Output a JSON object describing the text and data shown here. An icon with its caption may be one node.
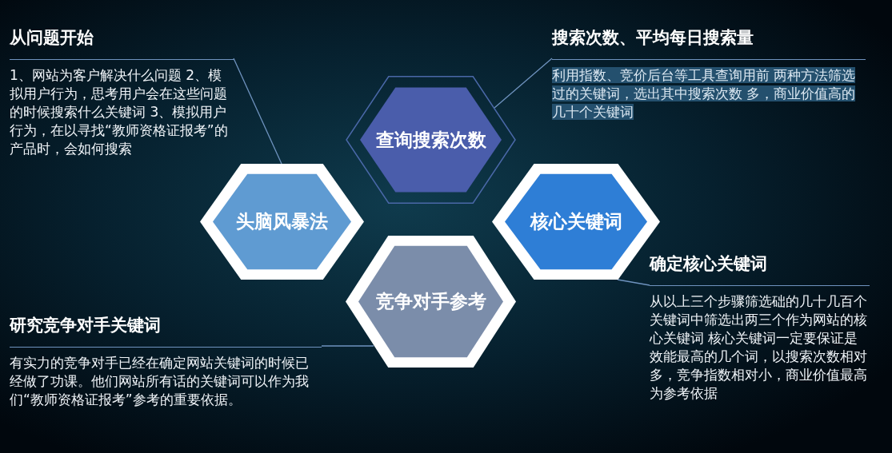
{
  "diagram": {
    "nodes": [
      {
        "text": [
          "从问题开始",
          "1、网站为客户解决什么问题 2、模拟用户行为，思考用户会在这些问题的时候搜索什么关键词 3、模拟用户行为，在以寻找“教师资格证报考”的产品时，会如何搜索"
        ]
      },
      {
        "text": [
          "搜索次数、平均每日搜索量",
          "利用指数、竞价后台等工具查询用前 两种方法筛选过的关键词，选出其中搜索次数 多，商业价值高的几十个关键词"
        ]
      },
      {
        "text": [
          "查询搜索次数"
        ]
      },
      {
        "text": [
          "头脑风暴法"
        ]
      },
      {
        "text": [
          "核心关键词"
        ]
      },
      {
        "text": [
          "确定核心关键词",
          "从以上三个步骤筛选础的几十几百个关键词中筛选出两三个作为网站的核心关键词 核心关键词一定要保证是效能最高的几个词，以搜索次数相对多，竞争指数相对小，商业价值最高为参考依据"
        ]
      },
      {
        "text": [
          "竞争对手参考"
        ]
      },
      {
        "text": [
          "研究竞争对手关键词",
          "有实力的竞争对手已经在确定网站关键词的时候已经做了功课。他们网站所有话的关键词可以作为我们“教师资格证报考”参考的重要依据。"
        ]
      }
    ],
    "edges": [
      {
        "from": 0,
        "to": 3,
        "arrow": "none"
      },
      {
        "from": 1,
        "to": 2,
        "arrow": "none"
      },
      {
        "from": 5,
        "to": 4,
        "arrow": "none"
      },
      {
        "from": 7,
        "to": 6,
        "arrow": "none"
      }
    ]
  }
}
